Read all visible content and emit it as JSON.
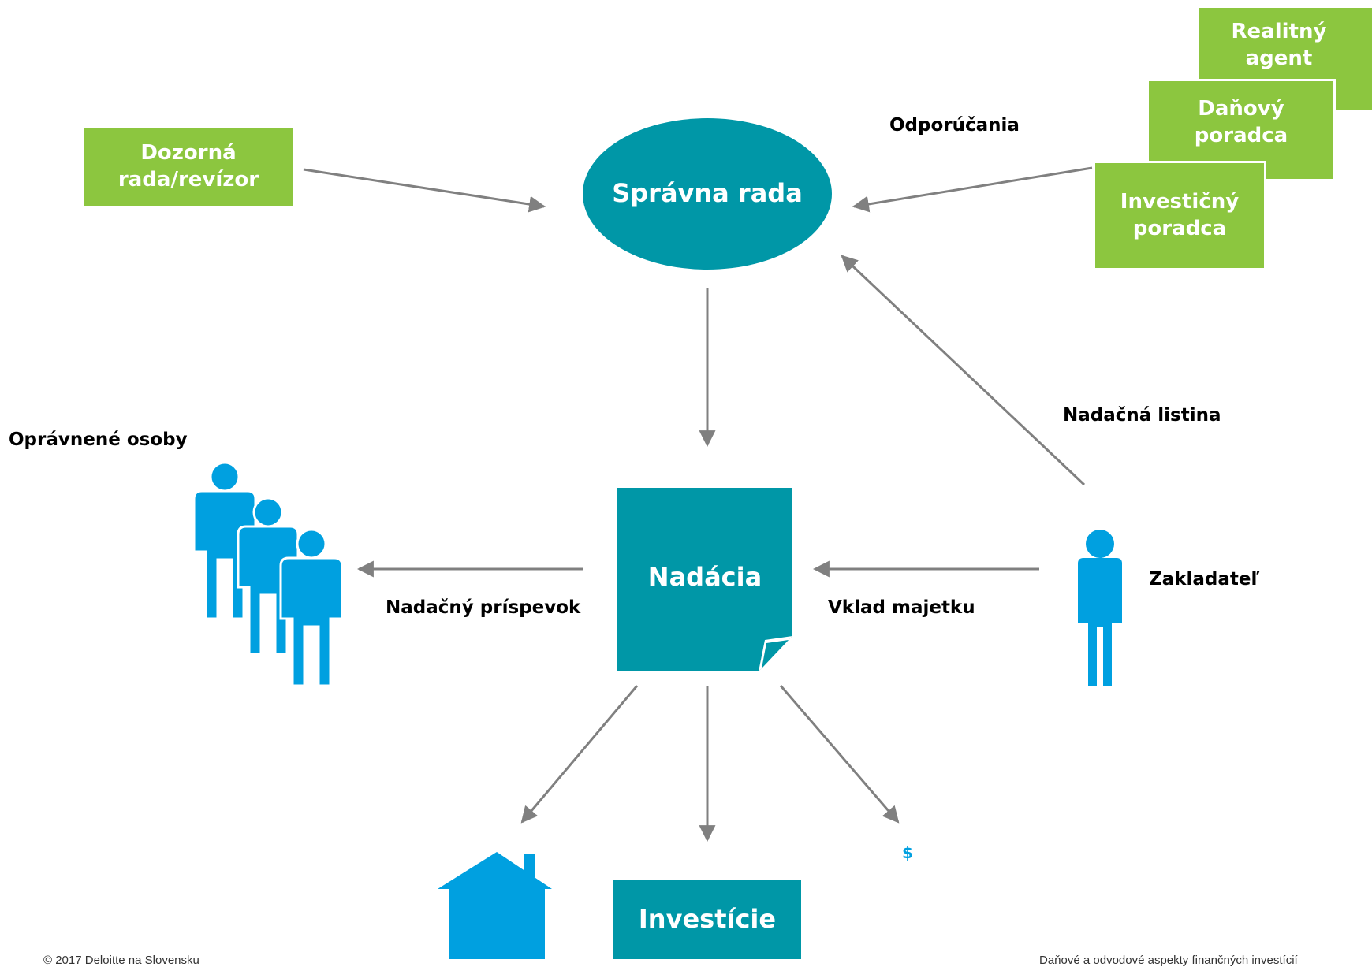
{
  "nodes": {
    "spravna_rada": "Správna rada",
    "nadacia": "Nadácia",
    "investicie": "Investície",
    "dozorna_rada": "Dozorná rada/revízor",
    "realitny_agent": "Realitný agent",
    "danovy_poradca": "Daňový poradca",
    "investicny_poradca": "Investičný poradca"
  },
  "labels": {
    "odporucania": "Odporúčania",
    "nadacna_listina": "Nadačná  listina",
    "opravnene_osoby": "Oprávnené osoby",
    "zakladatel": "Zakladateľ",
    "nadacny_prispevok": "Nadačný príspevok",
    "vklad_majetku": "Vklad majetku",
    "dollar": "$"
  },
  "footer": {
    "left": "© 2017 Deloitte na Slovensku",
    "right": "Daňové a odvodové aspekty finančných investícií"
  },
  "icons": [
    "person-icon",
    "people-group-icon",
    "house-icon",
    "folded-document-icon"
  ],
  "colors": {
    "green": "#8cc63f",
    "teal": "#0097a7",
    "blue": "#00a0e0",
    "arrow": "#808080"
  }
}
